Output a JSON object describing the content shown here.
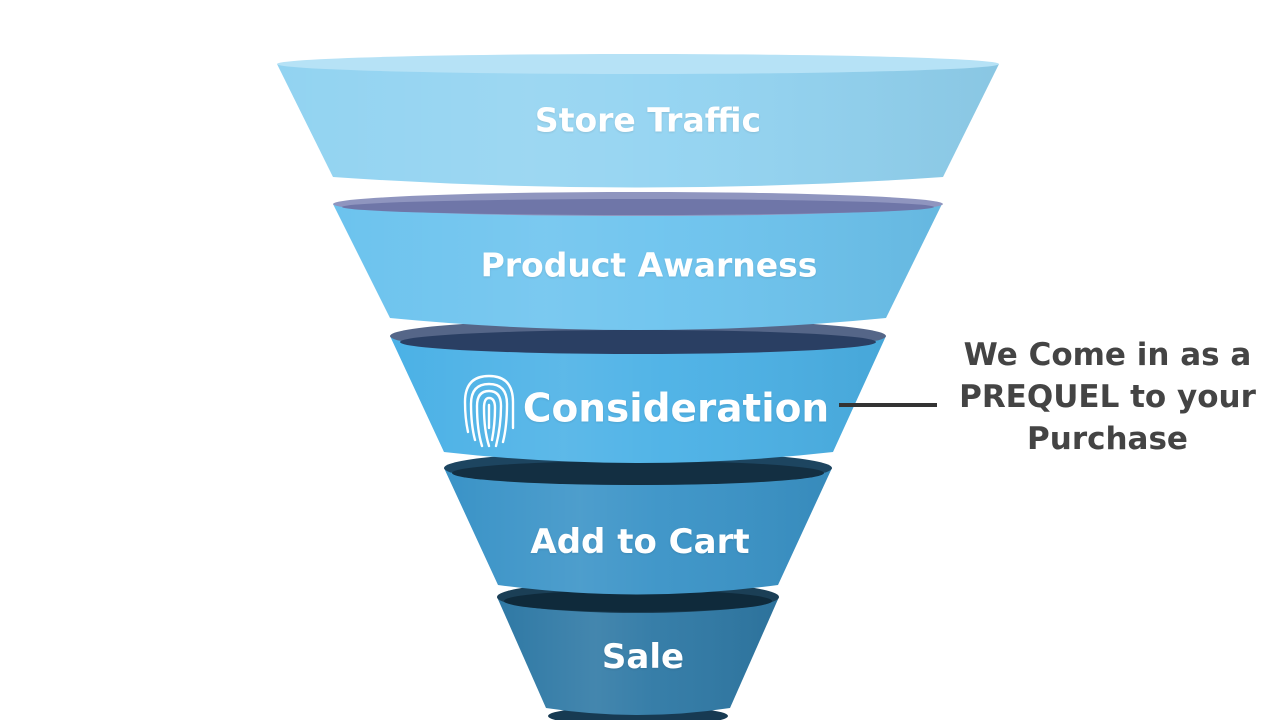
{
  "funnel": {
    "stages": [
      {
        "label": "Store Traffic",
        "color": "#92d3f1"
      },
      {
        "label": "Product Awarness",
        "color": "#6cc3ee"
      },
      {
        "label": "Consideration",
        "color": "#4bb1e6",
        "icon": "fingerprint-icon"
      },
      {
        "label": "Add to Cart",
        "color": "#3a93c7"
      },
      {
        "label": "Sale",
        "color": "#2f79a5"
      }
    ]
  },
  "callout": {
    "line1": "We Come in as a",
    "line2": "PREQUEL to your",
    "line3": "Purchase",
    "text_color": "#444444",
    "connector_color": "#333333"
  }
}
